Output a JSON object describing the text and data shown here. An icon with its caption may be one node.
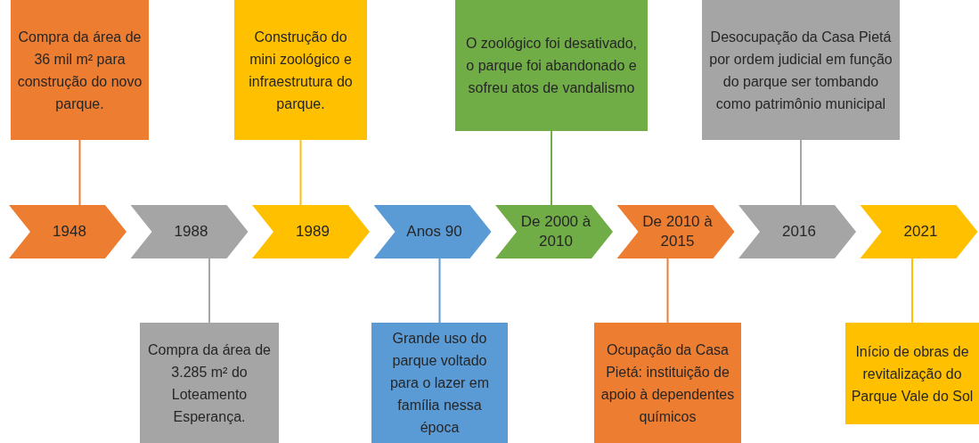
{
  "diagram": {
    "nodes": [
      {
        "text": [
          "1948"
        ]
      },
      {
        "text": [
          "1988"
        ]
      },
      {
        "text": [
          "1989"
        ]
      },
      {
        "text": [
          "Anos 90"
        ]
      },
      {
        "text": [
          "De 2000 à 2010"
        ]
      },
      {
        "text": [
          "De 2010 à 2015"
        ]
      },
      {
        "text": [
          "2016"
        ]
      },
      {
        "text": [
          "2021"
        ]
      },
      {
        "text": [
          "Compra da área de 36 mil m² para construção do novo parque."
        ]
      },
      {
        "text": [
          "Compra da área de 3.285 m² do Loteamento Esperança."
        ]
      },
      {
        "text": [
          "Construção do mini zoológico e infraestrutura do parque."
        ]
      },
      {
        "text": [
          "Grande uso do parque voltado para o lazer em família nessa época"
        ]
      },
      {
        "text": [
          "O zoológico foi desativado, o parque foi abandonado e sofreu atos de vandalismo"
        ]
      },
      {
        "text": [
          "Ocupação da Casa Pietá: instituição de apoio à dependentes químicos"
        ]
      },
      {
        "text": [
          "Desocupação da Casa Pietá por ordem judicial em função do parque ser tombando como patrimônio municipal"
        ]
      },
      {
        "text": [
          "Início de obras de revitalização do Parque Vale do Sol"
        ]
      }
    ],
    "edges": [
      {
        "from": 8,
        "to": 0,
        "arrow": "none",
        "color": "#ed7d31"
      },
      {
        "from": 9,
        "to": 1,
        "arrow": "none",
        "color": "#a5a5a5"
      },
      {
        "from": 10,
        "to": 2,
        "arrow": "none",
        "color": "#ffc000"
      },
      {
        "from": 11,
        "to": 3,
        "arrow": "none",
        "color": "#5b9bd5"
      },
      {
        "from": 12,
        "to": 4,
        "arrow": "none",
        "color": "#70ad47"
      },
      {
        "from": 13,
        "to": 5,
        "arrow": "none",
        "color": "#ed7d31"
      },
      {
        "from": 14,
        "to": 6,
        "arrow": "none",
        "color": "#a5a5a5"
      },
      {
        "from": 15,
        "to": 7,
        "arrow": "none",
        "color": "#ffc000"
      }
    ]
  }
}
